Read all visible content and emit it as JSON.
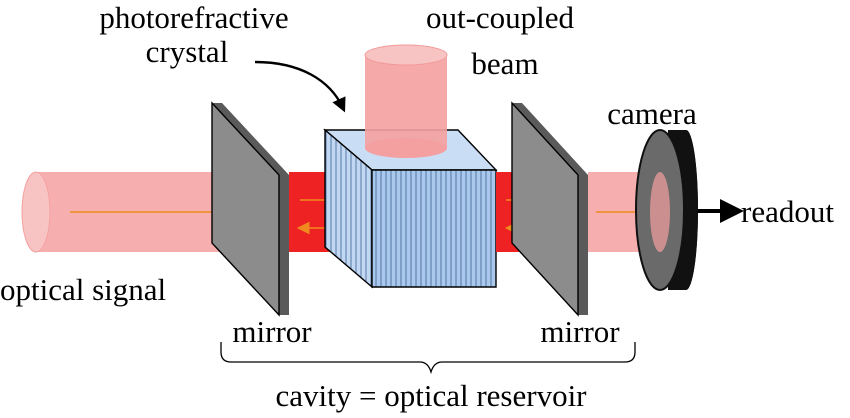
{
  "labels": {
    "crystal_line1": "photorefractive",
    "crystal_line2": "crystal",
    "outcoupled_line1": "out-coupled",
    "outcoupled_line2": "beam",
    "camera": "camera",
    "readout": "readout",
    "optical_signal": "optical signal",
    "mirror_left": "mirror",
    "mirror_right": "mirror",
    "cavity": "cavity = optical reservoir"
  },
  "colors": {
    "beam_light": "#f5a0a0",
    "beam_light_edge": "#f7c3c3",
    "beam_intense": "#ee2222",
    "crystal_fill": "#a9c8ec",
    "crystal_stripe": "#4a6e9c",
    "mirror_face": "#8c8c8c",
    "mirror_edge": "#5a5a5a",
    "arrow_orange": "#f08a1e",
    "camera_body": "#111111",
    "camera_lens": "#6a6a6a"
  }
}
